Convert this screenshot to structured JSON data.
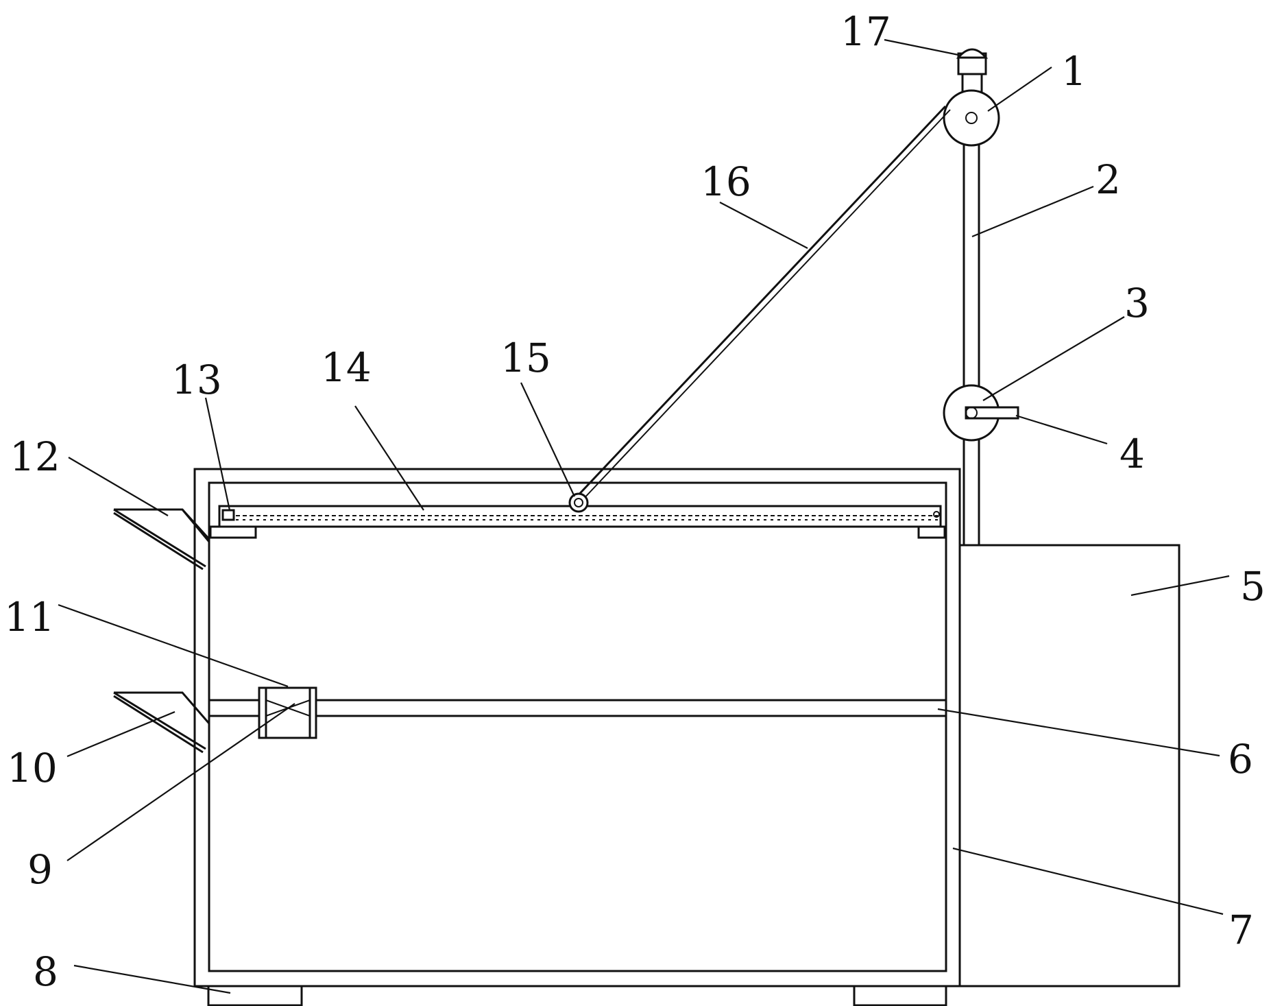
{
  "figure": {
    "labels": [
      {
        "id": "1",
        "text": "1"
      },
      {
        "id": "2",
        "text": "2"
      },
      {
        "id": "3",
        "text": "3"
      },
      {
        "id": "4",
        "text": "4"
      },
      {
        "id": "5",
        "text": "5"
      },
      {
        "id": "6",
        "text": "6"
      },
      {
        "id": "7",
        "text": "7"
      },
      {
        "id": "8",
        "text": "8"
      },
      {
        "id": "9",
        "text": "9"
      },
      {
        "id": "10",
        "text": "10"
      },
      {
        "id": "11",
        "text": "11"
      },
      {
        "id": "12",
        "text": "12"
      },
      {
        "id": "13",
        "text": "13"
      },
      {
        "id": "14",
        "text": "14"
      },
      {
        "id": "15",
        "text": "15"
      },
      {
        "id": "16",
        "text": "16"
      },
      {
        "id": "17",
        "text": "17"
      }
    ],
    "colors": {
      "line": "#111111",
      "background": "#ffffff"
    }
  }
}
